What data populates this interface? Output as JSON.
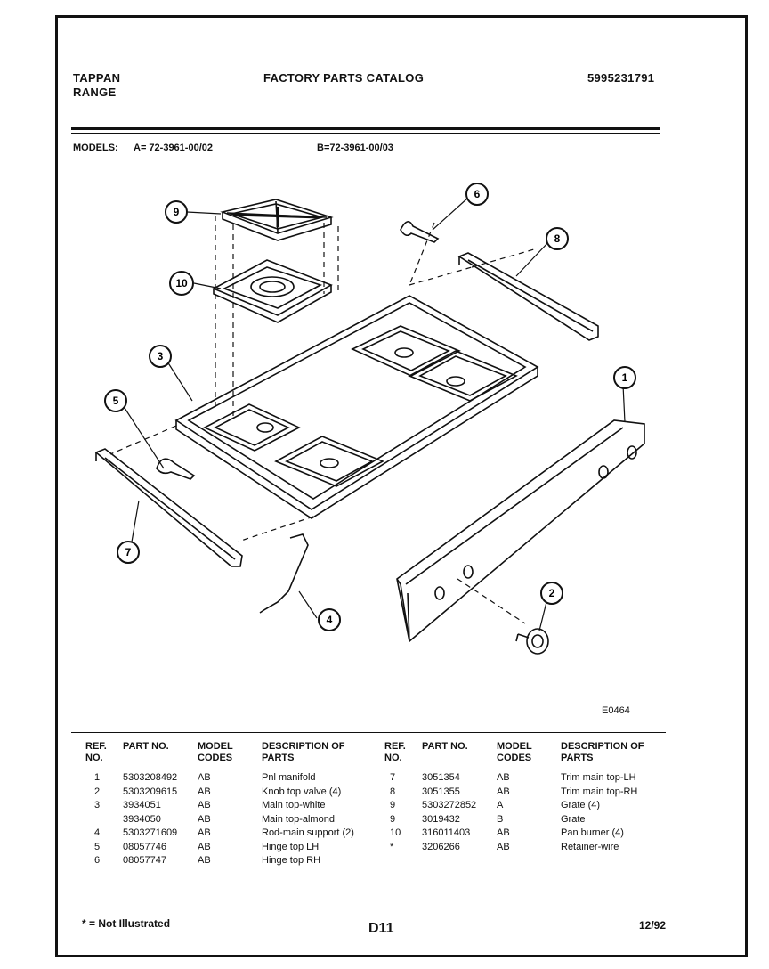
{
  "header": {
    "brand_line1": "TAPPAN",
    "brand_line2": "RANGE",
    "catalog_title": "FACTORY PARTS CATALOG",
    "catalog_number": "5995231791"
  },
  "models": {
    "label": "MODELS:",
    "model_a": "A= 72-3961-00/02",
    "model_b": "B=72-3961-00/03"
  },
  "figure_id": "E0464",
  "callouts": [
    "9",
    "6",
    "10",
    "8",
    "3",
    "1",
    "5",
    "2",
    "7",
    "4"
  ],
  "table_headers": {
    "ref": "REF. NO.",
    "part": "PART NO.",
    "model": "MODEL CODES",
    "desc": "DESCRIPTION OF PARTS"
  },
  "parts_left": [
    {
      "ref": "1",
      "part": "5303208492",
      "code": "AB",
      "desc": "Pnl manifold"
    },
    {
      "ref": "2",
      "part": "5303209615",
      "code": "AB",
      "desc": "Knob top valve (4)"
    },
    {
      "ref": "3",
      "part": "3934051",
      "code": "AB",
      "desc": "Main top-white"
    },
    {
      "ref": "",
      "part": "3934050",
      "code": "AB",
      "desc": "Main top-almond"
    },
    {
      "ref": "4",
      "part": "5303271609",
      "code": "AB",
      "desc": "Rod-main support (2)"
    },
    {
      "ref": "5",
      "part": "08057746",
      "code": "AB",
      "desc": "Hinge top LH"
    },
    {
      "ref": "6",
      "part": "08057747",
      "code": "AB",
      "desc": "Hinge top RH"
    }
  ],
  "parts_right": [
    {
      "ref": "7",
      "part": "3051354",
      "code": "AB",
      "desc": "Trim main top-LH"
    },
    {
      "ref": "8",
      "part": "3051355",
      "code": "AB",
      "desc": "Trim main top-RH"
    },
    {
      "ref": "9",
      "part": "5303272852",
      "code": "A",
      "desc": "Grate (4)"
    },
    {
      "ref": "9",
      "part": "3019432",
      "code": "B",
      "desc": "Grate"
    },
    {
      "ref": "10",
      "part": "316011403",
      "code": "AB",
      "desc": "Pan burner (4)"
    },
    {
      "ref": "*",
      "part": "3206266",
      "code": "AB",
      "desc": "Retainer-wire"
    }
  ],
  "footer": {
    "note": "* = Not Illustrated",
    "page": "D11",
    "date": "12/92"
  }
}
